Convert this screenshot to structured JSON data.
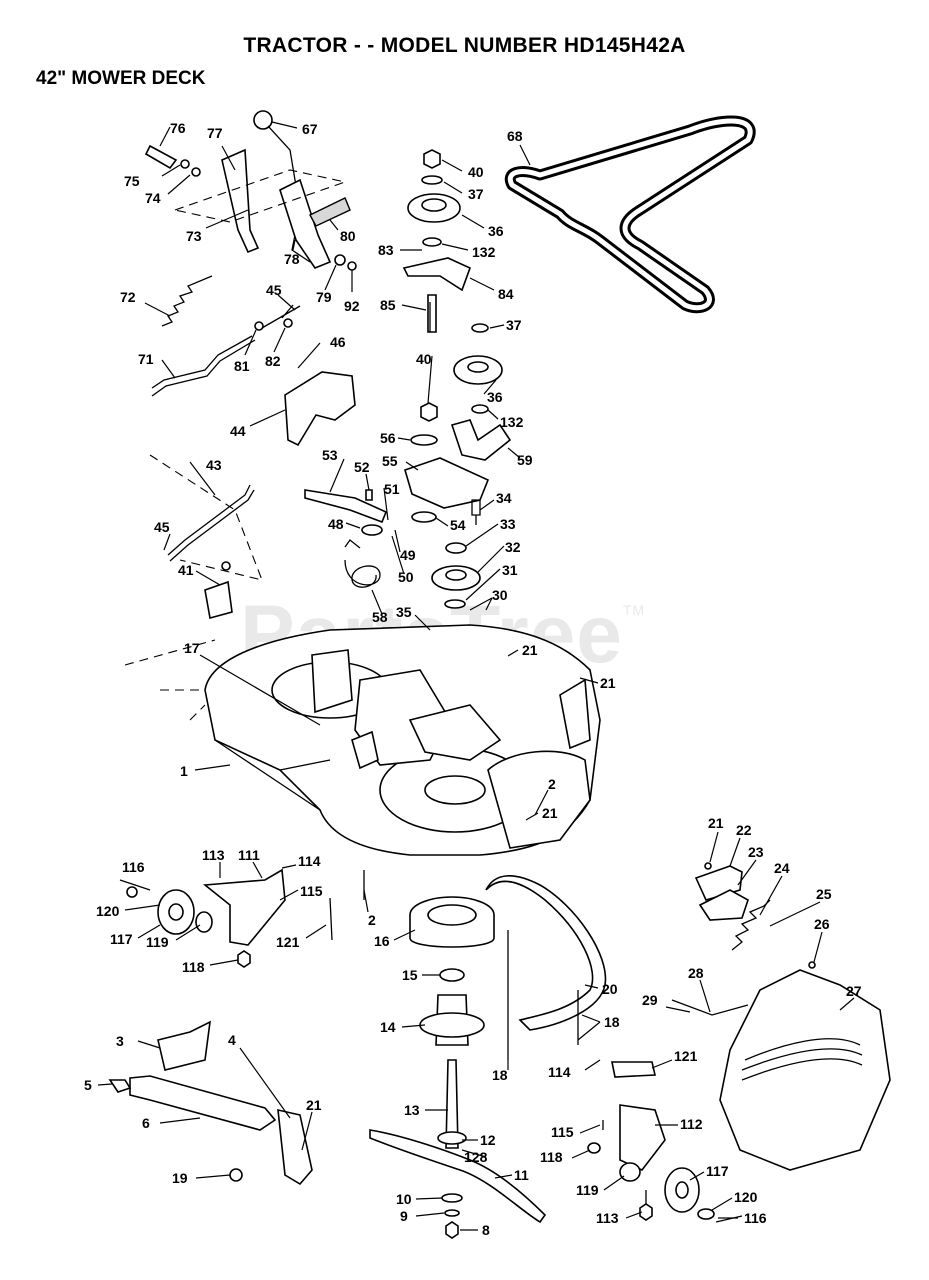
{
  "header": {
    "title": "TRACTOR - - MODEL NUMBER HD145H42A",
    "subtitle": "42\" MOWER DECK"
  },
  "watermark": {
    "text": "PartsTree",
    "tm": "TM"
  },
  "callouts": [
    "76",
    "77",
    "67",
    "75",
    "74",
    "73",
    "78",
    "80",
    "79",
    "92",
    "72",
    "45",
    "81",
    "82",
    "46",
    "71",
    "44",
    "68",
    "40",
    "37",
    "36",
    "83",
    "132",
    "84",
    "85",
    "37",
    "40",
    "36",
    "132",
    "56",
    "55",
    "59",
    "53",
    "52",
    "51",
    "34",
    "48",
    "54",
    "33",
    "49",
    "50",
    "32",
    "31",
    "58",
    "35",
    "30",
    "43",
    "45",
    "41",
    "17",
    "21",
    "21",
    "1",
    "2",
    "21",
    "2",
    "16",
    "15",
    "14",
    "20",
    "18",
    "18",
    "13",
    "12",
    "128",
    "11",
    "10",
    "9",
    "8",
    "116",
    "113",
    "111",
    "114",
    "115",
    "120",
    "117",
    "119",
    "121",
    "118",
    "3",
    "4",
    "5",
    "6",
    "21",
    "19",
    "21",
    "22",
    "23",
    "24",
    "25",
    "26",
    "27",
    "28",
    "29",
    "121",
    "114",
    "115",
    "112",
    "118",
    "117",
    "120",
    "119",
    "116",
    "113"
  ]
}
